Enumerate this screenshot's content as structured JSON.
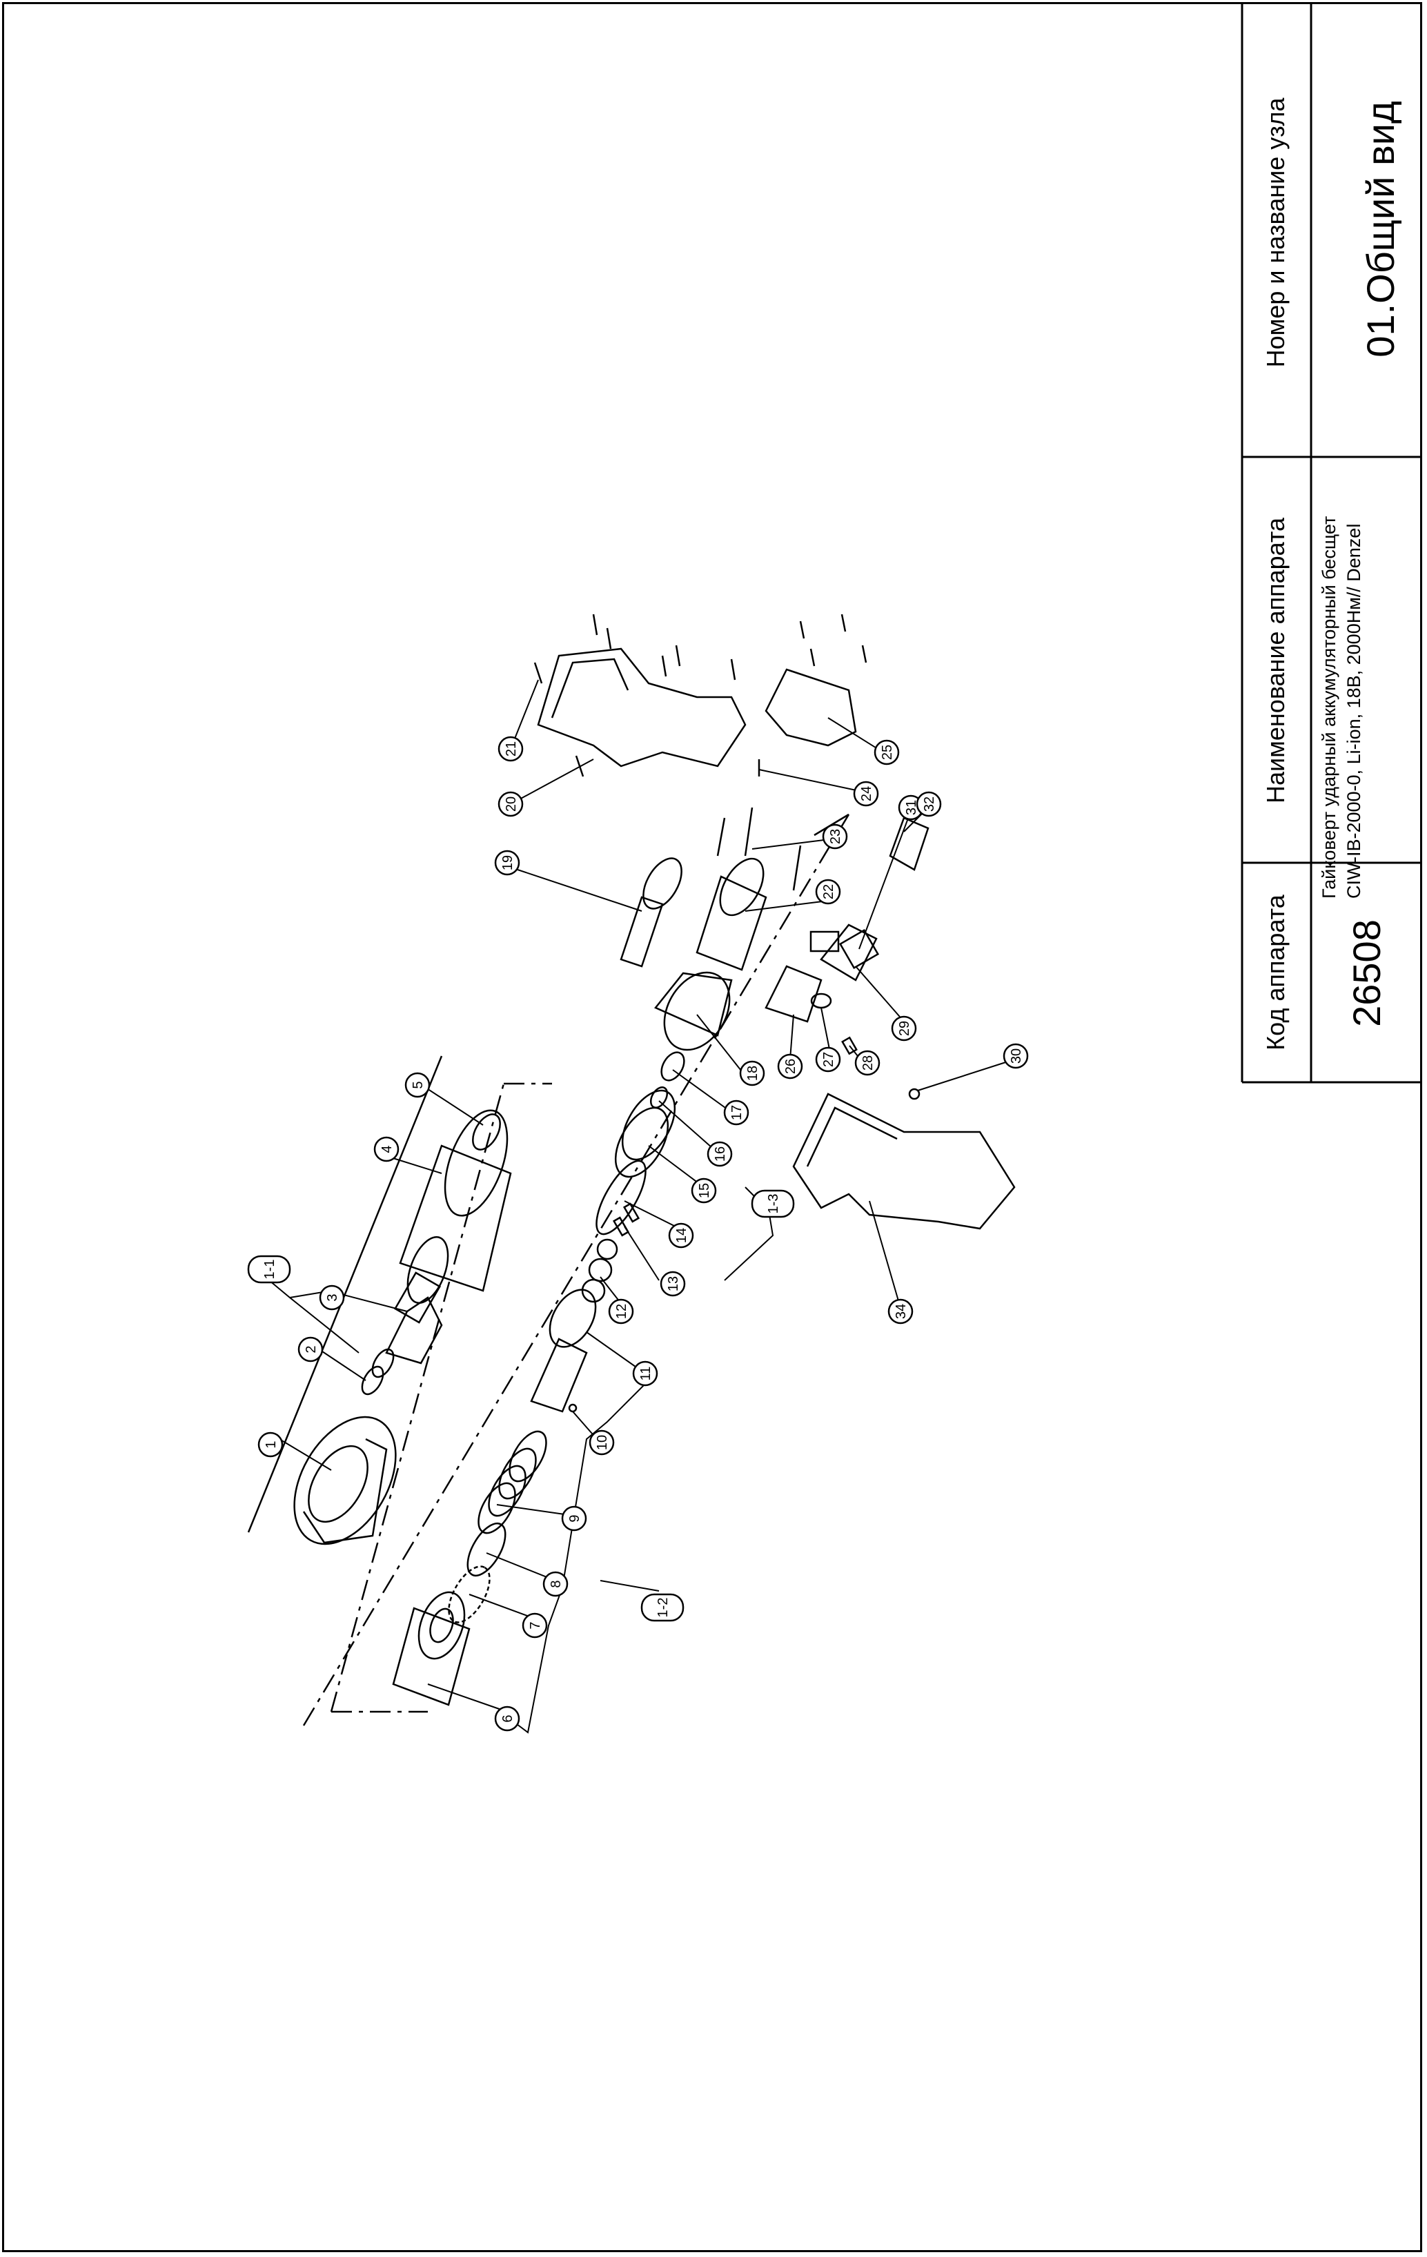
{
  "title_block": {
    "code_label": "Код аппарата",
    "code_value": "26508",
    "name_label": "Наименование аппарата",
    "name_value": "Гайковерт ударный аккумуляторный бесщет CIW-IB-2000-0, Li-ion, 18В, 2000Нм// Denzel",
    "node_label": "Номер и название узла",
    "node_value": "01.Общий вид"
  },
  "callouts": {
    "c1": "1",
    "c2": "2",
    "c3": "3",
    "c4": "4",
    "c5": "5",
    "c6": "6",
    "c7": "7",
    "c8": "8",
    "c9": "9",
    "c10": "10",
    "c11": "11",
    "c12": "12",
    "c13": "13",
    "c14": "14",
    "c15": "15",
    "c16": "16",
    "c17": "17",
    "c18": "18",
    "c19": "19",
    "c20": "20",
    "c21": "21",
    "c22": "22",
    "c23": "23",
    "c24": "24",
    "c25": "25",
    "c26": "26",
    "c27": "27",
    "c28": "28",
    "c29": "29",
    "c30": "30",
    "c31": "31",
    "c32": "32",
    "c34": "34",
    "g11": "1-1",
    "g12": "1-2",
    "g13": "1-3"
  }
}
